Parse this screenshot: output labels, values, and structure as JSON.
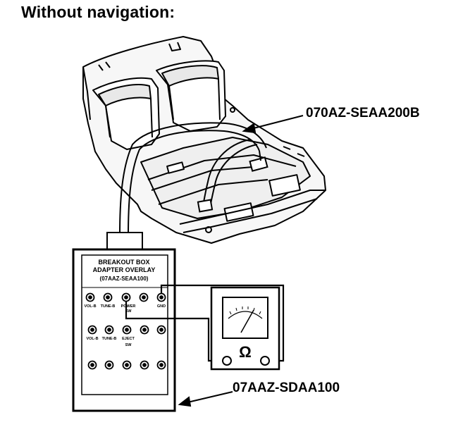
{
  "heading": "Without navigation:",
  "callouts": {
    "harness": "070AZ-SEAA200B",
    "breakout_box": "07AAZ-SDAA100"
  },
  "breakout_box": {
    "title_line1": "BREAKOUT BOX",
    "title_line2": "ADAPTER OVERLAY",
    "part_number": "(07AAZ-SEAA100)",
    "row1_labels": [
      "VOL-B",
      "TUNE-B",
      "POWER SW",
      "GND"
    ],
    "row1_label_power_top": "POWER",
    "row1_label_power_bottom": "SW",
    "row2_labels": [
      "VOL-B",
      "TUNE-B",
      "EJECT SW"
    ],
    "row2_label_eject_top": "EJECT",
    "row2_label_eject_bottom": "SW"
  },
  "multimeter": {
    "symbol": "Ω"
  }
}
